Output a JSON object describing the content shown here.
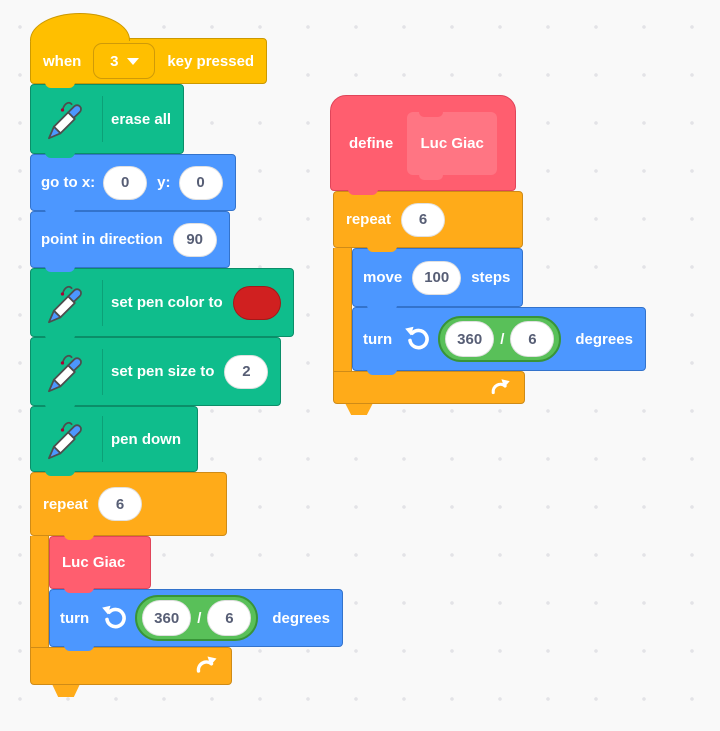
{
  "colors": {
    "background": "#F9F9F9",
    "motion_blue": "#4C97FF",
    "pen_green": "#0FBD8C",
    "events_yellow": "#FFBF00",
    "control_orange": "#FFAB19",
    "my_blocks_pink": "#FF5E6F",
    "prototype_pink_light": "#FF7583",
    "operator_green": "#59C059",
    "pen_color_swatch": "#D02020",
    "input_text": "#575E75"
  },
  "icons": {
    "pen": "pen-icon",
    "dropdown": "chevron-down-icon",
    "turn_ccw": "turn-ccw-icon",
    "loop": "loop-arrow-icon"
  },
  "left": {
    "when_key_pressed": {
      "word_when": "when",
      "key": "3",
      "word_rest": "key pressed"
    },
    "erase_all": {
      "label": "erase all"
    },
    "go_to": {
      "label_x": "go to x:",
      "x_value": "0",
      "label_y": "y:",
      "y_value": "0"
    },
    "point_in_direction": {
      "label": "point in direction",
      "value": "90"
    },
    "set_pen_color": {
      "label": "set pen color to"
    },
    "set_pen_size": {
      "label": "set pen size to",
      "value": "2"
    },
    "pen_down": {
      "label": "pen down"
    },
    "repeat": {
      "label": "repeat",
      "value": "6"
    },
    "call": {
      "label": "Luc Giac"
    },
    "turn": {
      "label": "turn",
      "numerator": "360",
      "operator": "/",
      "denominator": "6",
      "suffix": "degrees"
    }
  },
  "right": {
    "define": {
      "label": "define",
      "name": "Luc Giac"
    },
    "repeat": {
      "label": "repeat",
      "value": "6"
    },
    "move": {
      "label": "move",
      "value": "100",
      "suffix": "steps"
    },
    "turn": {
      "label": "turn",
      "numerator": "360",
      "operator": "/",
      "denominator": "6",
      "suffix": "degrees"
    }
  }
}
